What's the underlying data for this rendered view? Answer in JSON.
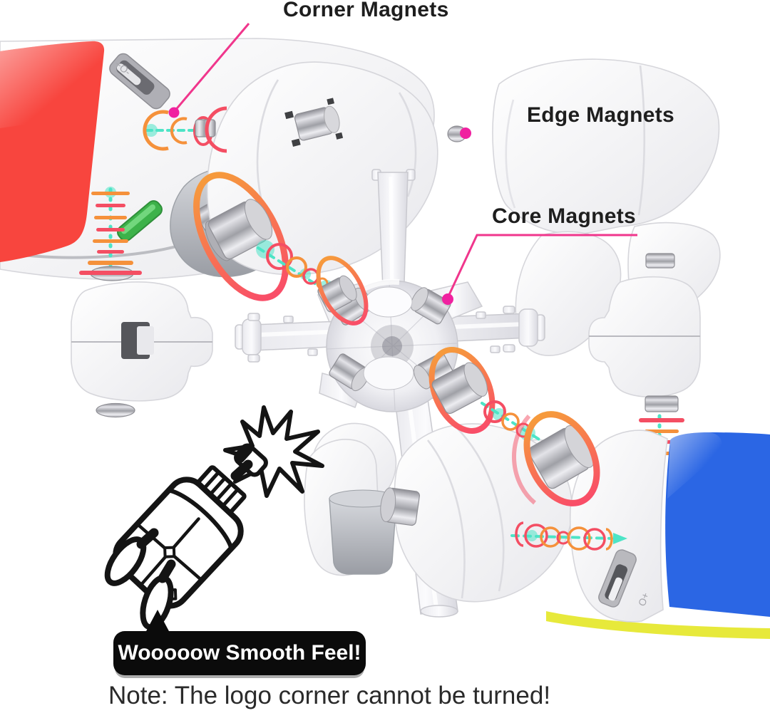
{
  "diagram": {
    "callouts": [
      {
        "id": "corner",
        "label": "Corner Magnets"
      },
      {
        "id": "edge",
        "label": "Edge Magnets"
      },
      {
        "id": "core",
        "label": "Core Magnets"
      }
    ],
    "speech_bubble": {
      "text": "Wooooow Smooth Feel!"
    },
    "note": "Note: The logo corner cannot be turned!",
    "mold_marks": {
      "red_piece": "+O-",
      "blue_piece": "O+"
    },
    "colors": {
      "sticker_red": "#F8453E",
      "sticker_blue": "#2B66E4",
      "sticker_yellow": "#E7E93B",
      "slot_green": "#3DB24A",
      "callout_pink": "#F0368C",
      "callout_orange": "#E2A05C",
      "callout_dot": "#F021A0",
      "ring_orange": "#F5913B",
      "ring_red": "#F44E63",
      "field_teal": "#4DE4C6",
      "magnet_silver": "#C6C6CB",
      "bubble_black": "#0B0B0B",
      "text_black": "#1E1E1E",
      "note_gray": "#2A2A2A"
    }
  }
}
